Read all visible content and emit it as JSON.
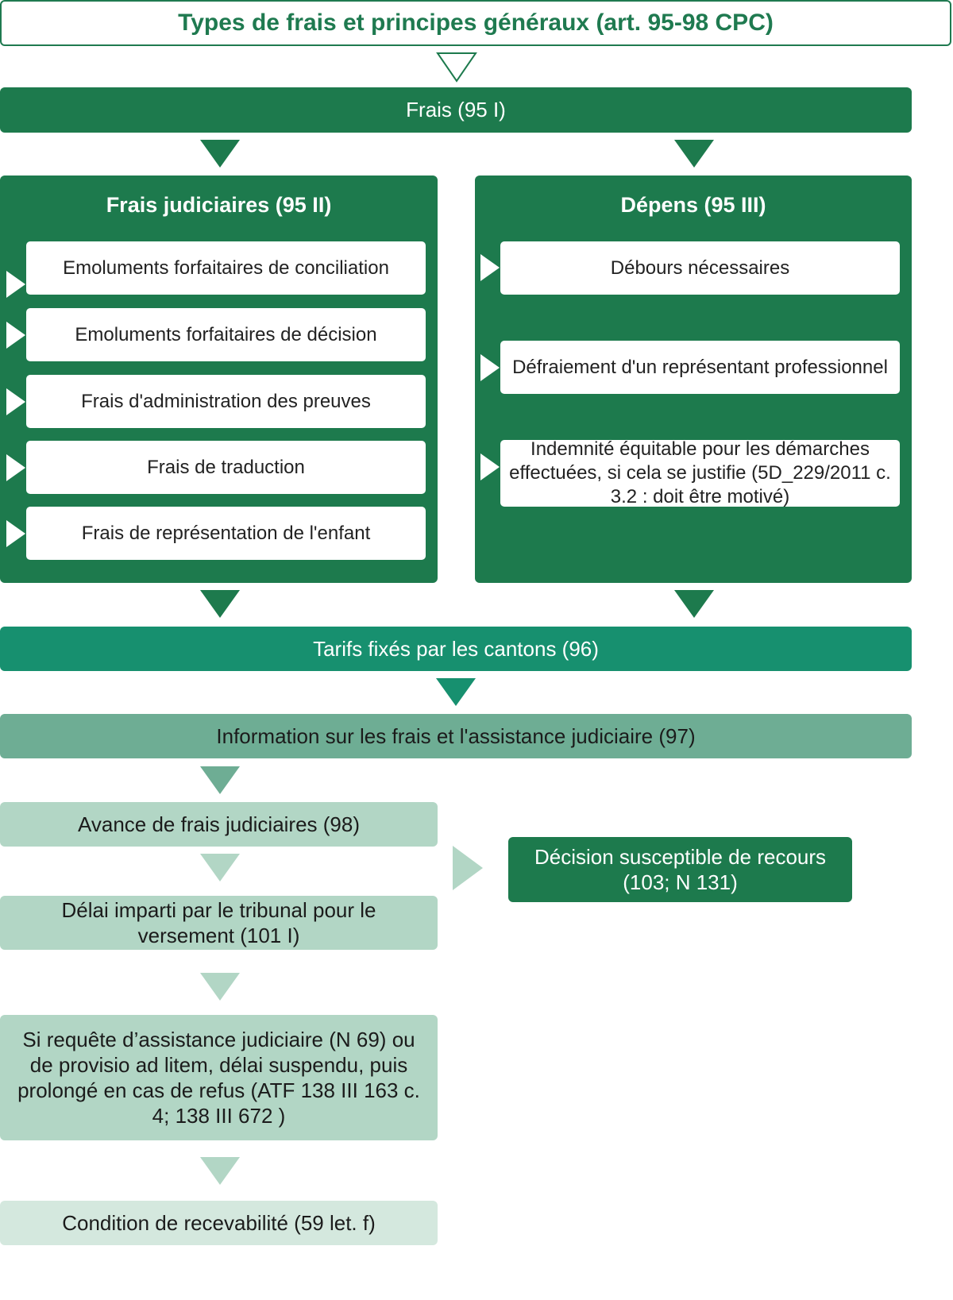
{
  "title": "Types de frais et principes généraux (art. 95-98 CPC)",
  "frais": "Frais (95 I)",
  "left_panel": {
    "title": "Frais judiciaires (95 II)",
    "items": [
      "Emoluments forfaitaires de conciliation",
      "Emoluments forfaitaires de décision",
      "Frais d'administration des preuves",
      "Frais de traduction",
      "Frais de représentation de l'enfant"
    ]
  },
  "right_panel": {
    "title": "Dépens (95 III)",
    "items": [
      "Débours nécessaires",
      "Défraiement d'un représentant professionnel",
      "Indemnité équitable pour les démarches effectuées, si cela se justifie (5D_229/2011 c. 3.2 : doit être motivé)"
    ]
  },
  "tarifs": "Tarifs fixés par les cantons (96)",
  "information": "Information sur les frais et l'assistance judiciaire (97)",
  "avance": "Avance de frais judiciaires (98)",
  "delai": "Délai imparti par le tribunal pour le versement (101 I)",
  "requete": "Si requête d’assistance judiciaire (N 69) ou de provisio ad litem, délai suspendu, puis prolongé en cas de refus (ATF 138 III 163 c. 4; 138 III 672 )",
  "condition": "Condition de recevabilité (59 let. f)",
  "decision": "Décision susceptible de recours (103; N 131)",
  "colors": {
    "dark_green": "#1d7a4d",
    "teal": "#17906f",
    "mid_green": "#6ead94",
    "light_green": "#b2d6c5",
    "pale_green": "#d4e8de"
  }
}
